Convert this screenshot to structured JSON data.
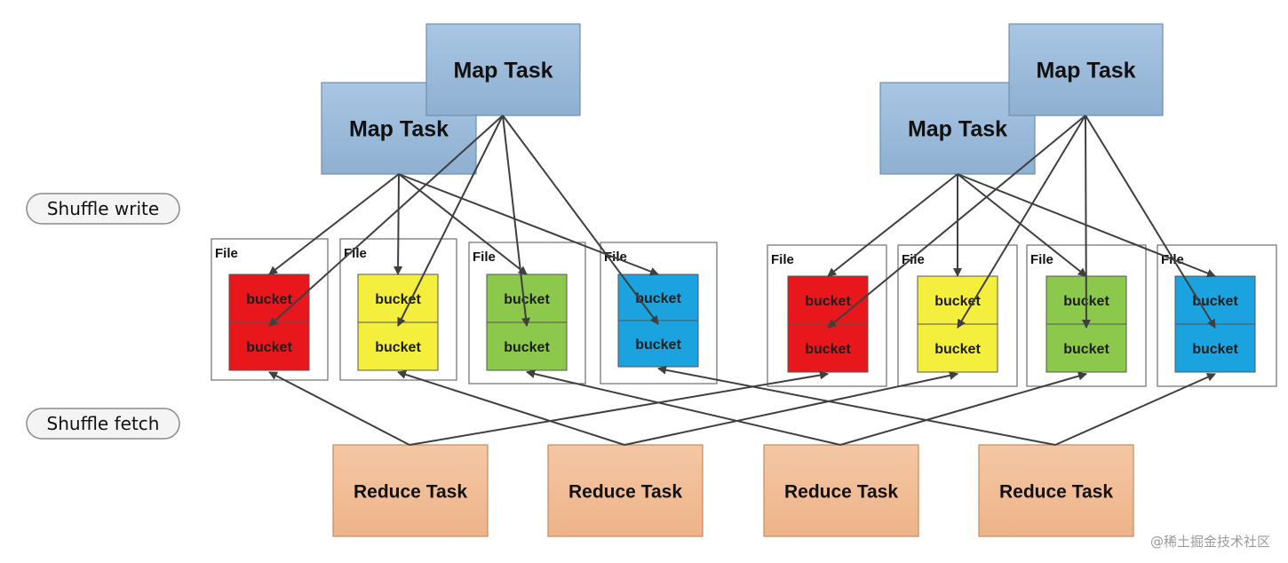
{
  "stages": {
    "write_label": "Shuffle write",
    "fetch_label": "Shuffle fetch"
  },
  "map_tasks": [
    {
      "label": "Map Task"
    },
    {
      "label": "Map Task"
    },
    {
      "label": "Map Task"
    },
    {
      "label": "Map Task"
    }
  ],
  "files": [
    {
      "label": "File",
      "color": "#e8171c"
    },
    {
      "label": "File",
      "color": "#f4ef3c"
    },
    {
      "label": "File",
      "color": "#8cc84b"
    },
    {
      "label": "File",
      "color": "#1aa3df"
    },
    {
      "label": "File",
      "color": "#e8171c"
    },
    {
      "label": "File",
      "color": "#f4ef3c"
    },
    {
      "label": "File",
      "color": "#8cc84b"
    },
    {
      "label": "File",
      "color": "#1aa3df"
    }
  ],
  "bucket_label": "bucket",
  "reduce_tasks": [
    {
      "label": "Reduce Task"
    },
    {
      "label": "Reduce Task"
    },
    {
      "label": "Reduce Task"
    },
    {
      "label": "Reduce Task"
    }
  ],
  "colors": {
    "map_fill": "#9ab9d9",
    "reduce_fill": "#f2bc94",
    "arrow": "#3f3f3f"
  },
  "watermark": "@稀土掘金技术社区"
}
